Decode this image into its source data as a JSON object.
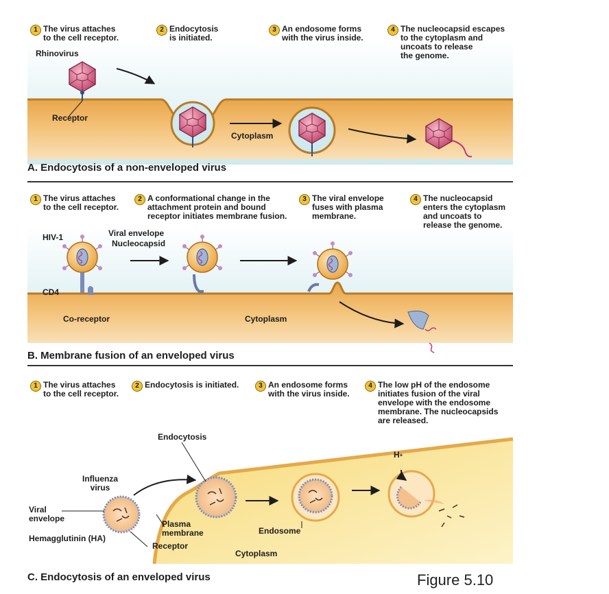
{
  "panel_a": {
    "title": "A. Endocytosis of a non-enveloped virus",
    "steps": [
      {
        "num": "1",
        "text": "The virus attaches\nto the cell receptor."
      },
      {
        "num": "2",
        "text": "Endocytosis\nis initiated."
      },
      {
        "num": "3",
        "text": "An endosome forms\nwith the virus inside."
      },
      {
        "num": "4",
        "text": "The nucleocapsid escapes\nto the cytoplasm and\nuncoats to release\nthe genome."
      }
    ],
    "labels": {
      "virus": "Rhinovirus",
      "receptor": "Receptor",
      "cytoplasm": "Cytoplasm"
    }
  },
  "panel_b": {
    "title": "B. Membrane fusion of an enveloped virus",
    "steps": [
      {
        "num": "1",
        "text": "The virus attaches\nto the cell receptor."
      },
      {
        "num": "2",
        "text": "A conformational change in the\nattachment protein and bound\nreceptor initiates membrane fusion."
      },
      {
        "num": "3",
        "text": "The viral envelope\nfuses with plasma\nmembrane."
      },
      {
        "num": "4",
        "text": "The nucleocapsid\nenters the cytoplasm\nand uncoats to\nrelease the genome."
      }
    ],
    "labels": {
      "virus": "HIV-1",
      "envelope": "Viral envelope",
      "nucleocapsid": "Nucleocapsid",
      "cd4": "CD4",
      "coreceptor": "Co-receptor",
      "cytoplasm": "Cytoplasm"
    }
  },
  "panel_c": {
    "title": "C. Endocytosis of an enveloped virus",
    "steps": [
      {
        "num": "1",
        "text": "The virus attaches\nto the cell receptor."
      },
      {
        "num": "2",
        "text": "Endocytosis is initiated."
      },
      {
        "num": "3",
        "text": "An endosome forms\nwith the virus inside."
      },
      {
        "num": "4",
        "text": "The low pH of the endosome\ninitiates fusion of the viral\nenvelope with the endosome\nmembrane. The nucleocapsids\nare released."
      }
    ],
    "labels": {
      "endocytosis": "Endocytosis",
      "virus": "Influenza\nvirus",
      "envelope": "Viral\nenvelope",
      "ha": "Hemagglutinin (HA)",
      "plasma_membrane": "Plasma\nmembrane",
      "receptor": "Receptor",
      "endosome": "Endosome",
      "cytoplasm": "Cytoplasm",
      "proton": "H",
      "proton_charge": "+"
    }
  },
  "figure_label": "Figure 5.10",
  "colors": {
    "sky": "#d7eef1",
    "cell": "#f0b560",
    "membrane": "#f7d68e",
    "virus_pink": "#d9678a",
    "step_badge": "#f0c43a",
    "endosome_blue": "#9fb5d6"
  }
}
